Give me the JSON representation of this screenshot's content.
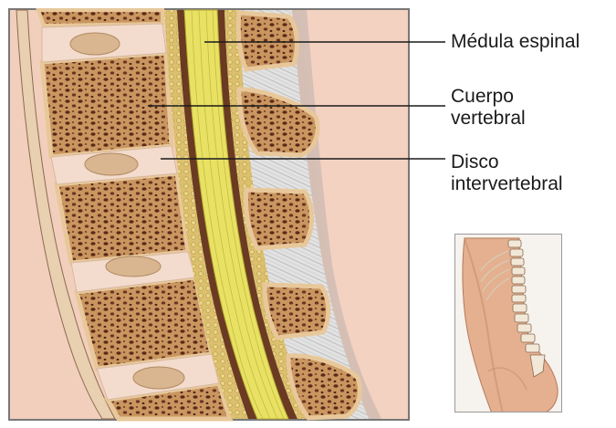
{
  "labels": {
    "medula": "Médula espinal",
    "cuerpo_line1": "Cuerpo",
    "cuerpo_line2": "vertebral",
    "disco_line1": "Disco",
    "disco_line2": "intervertebral"
  },
  "colors": {
    "skin": "#f0c8b4",
    "bone_cortex": "#e8c89a",
    "bone_spongy": "#c89560",
    "bone_pores": "#5a2a18",
    "disc": "#f2d8c8",
    "spinal_cord": "#e8e060",
    "ligament": "#e4e4e4",
    "leader_line": "#1a1a1a"
  },
  "icons": {
    "inset": "back-silhouette-spine-icon"
  }
}
